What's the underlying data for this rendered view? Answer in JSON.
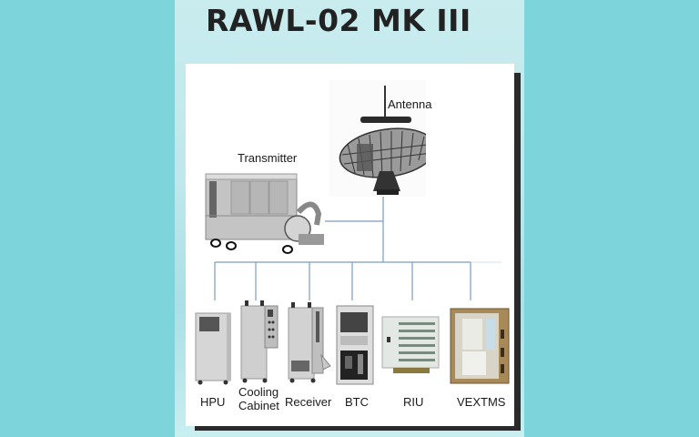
{
  "title": "RAWL-02 MK III",
  "colors": {
    "background": "#7dd4da",
    "panel": "#ffffff",
    "connector": "#7a9cbf",
    "shadow": "#2a2a2a",
    "text": "#222222"
  },
  "top_components": [
    {
      "id": "antenna",
      "label": "Antenna",
      "icon": "radar-antenna-icon"
    },
    {
      "id": "transmitter",
      "label": "Transmitter",
      "icon": "transmitter-unit-icon"
    }
  ],
  "bottom_components": [
    {
      "id": "hpu",
      "label": "HPU",
      "icon": "cabinet-icon"
    },
    {
      "id": "cooling-cabinet",
      "label_line1": "Cooling",
      "label_line2": "Cabinet",
      "icon": "cooling-cabinet-icon"
    },
    {
      "id": "receiver",
      "label": "Receiver",
      "icon": "receiver-cabinet-icon"
    },
    {
      "id": "btc",
      "label": "BTC",
      "icon": "rack-icon"
    },
    {
      "id": "riu",
      "label": "RIU",
      "icon": "interface-unit-icon"
    },
    {
      "id": "vextms",
      "label": "VEXTMS",
      "icon": "open-cabinet-icon"
    }
  ]
}
